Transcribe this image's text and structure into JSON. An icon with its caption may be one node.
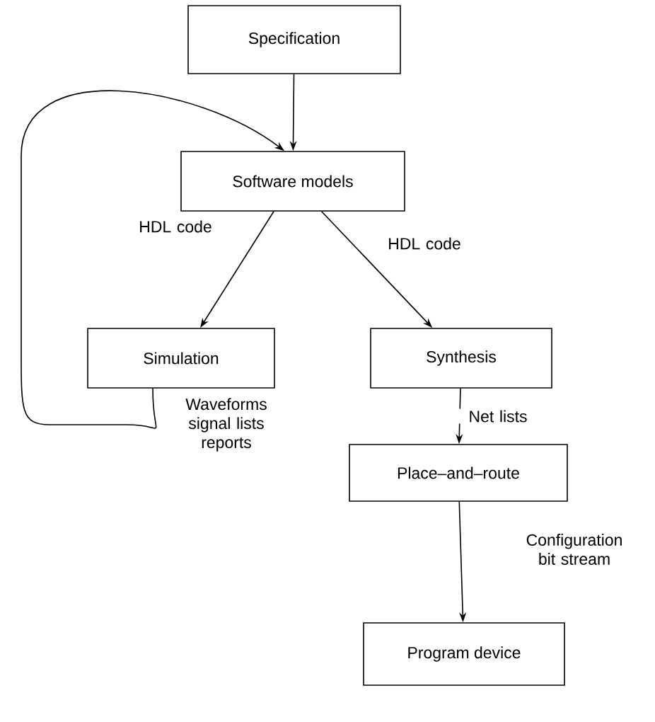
{
  "diagram": {
    "nodes": [
      {
        "text": [
          "Specification"
        ]
      },
      {
        "text": [
          "Software models"
        ]
      },
      {
        "text": [
          "Simulation"
        ]
      },
      {
        "text": [
          "Synthesis"
        ]
      },
      {
        "text": [
          "Place–and–route"
        ]
      },
      {
        "text": [
          "Program device"
        ]
      }
    ],
    "edges": [
      {
        "from": 0,
        "to": 1,
        "arrow": "to"
      },
      {
        "from": 1,
        "to": 2,
        "arrow": "to",
        "label": "HDL code"
      },
      {
        "from": 1,
        "to": 3,
        "arrow": "to",
        "label": "HDL code"
      },
      {
        "from": 3,
        "to": 4,
        "arrow": "to",
        "label": "Net lists"
      },
      {
        "from": 4,
        "to": 5,
        "arrow": "to",
        "label": "Configuration bit stream"
      },
      {
        "from": 2,
        "to": 1,
        "arrow": "to",
        "label": "Waveforms signal lists reports"
      }
    ]
  }
}
